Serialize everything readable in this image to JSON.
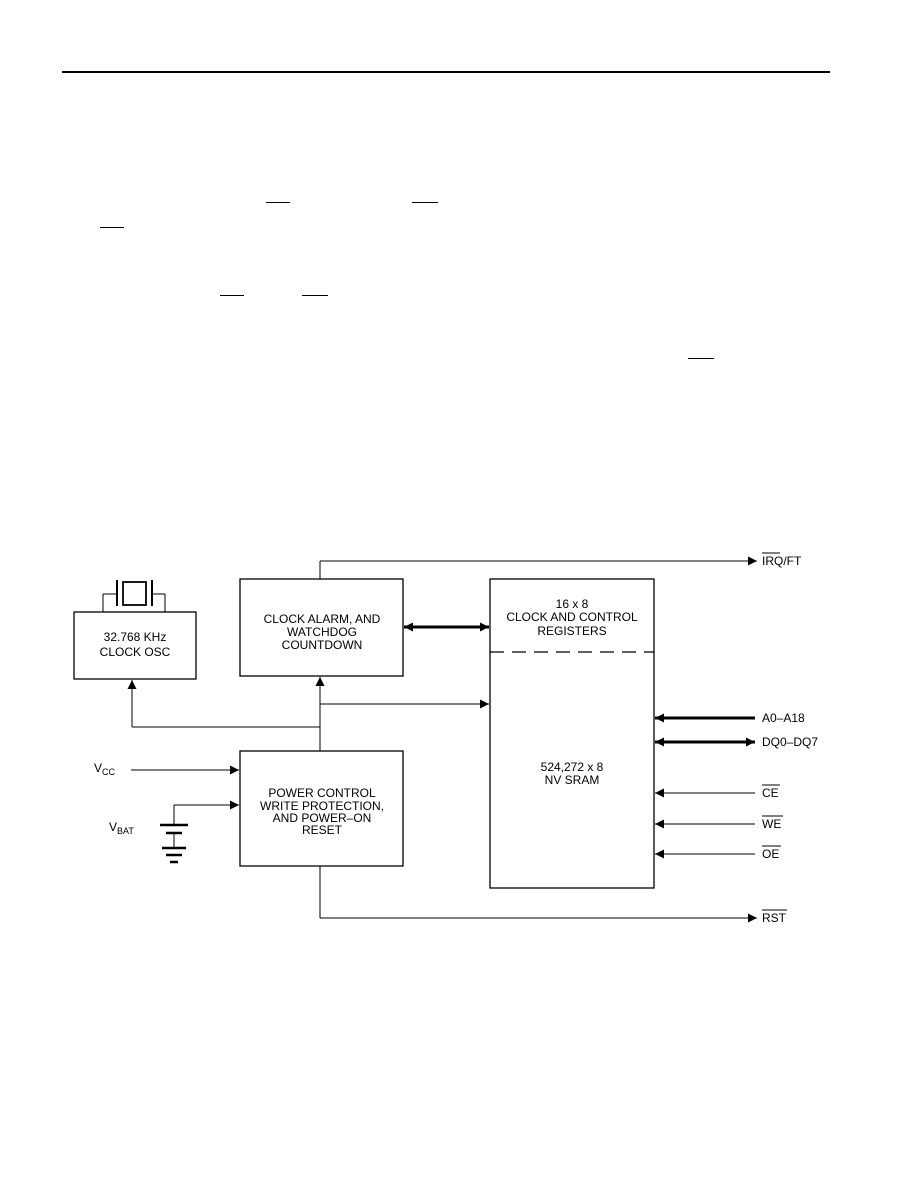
{
  "blocks": {
    "osc": [
      "32.768 KHz",
      "CLOCK OSC"
    ],
    "clock_alarm": [
      "CLOCK ALARM, AND",
      "WATCHDOG",
      "COUNTDOWN"
    ],
    "registers": [
      "16 x 8",
      "CLOCK AND CONTROL",
      "REGISTERS"
    ],
    "sram": [
      "524,272 x 8",
      "NV SRAM"
    ],
    "power": [
      "POWER CONTROL",
      "WRITE PROTECTION,",
      "AND POWER–ON",
      "RESET"
    ]
  },
  "signals": {
    "irq": "IRQ/FT",
    "addr": "A0–A18",
    "data": "DQ0–DQ7",
    "ce": "CE",
    "we": "WE",
    "oe": "OE",
    "rst": "RST",
    "vcc_main": "V",
    "vcc_sub": "CC",
    "vbat_main": "V",
    "vbat_sub": "BAT"
  }
}
